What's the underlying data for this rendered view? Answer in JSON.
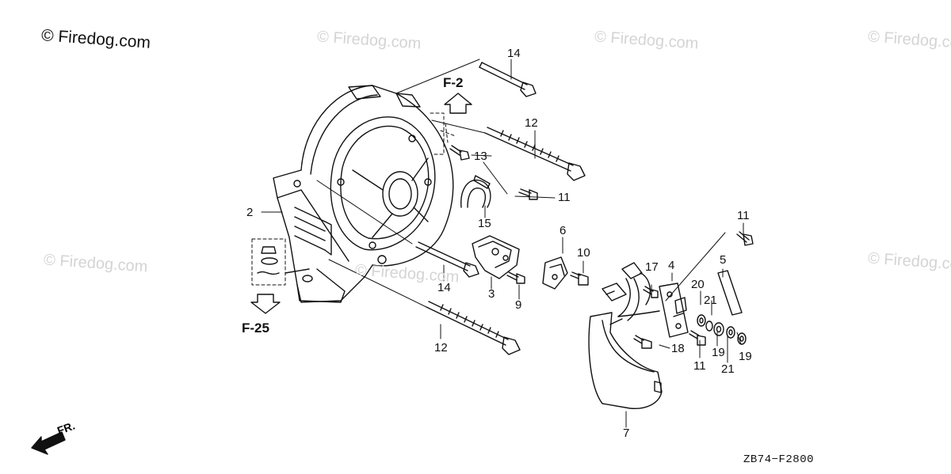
{
  "watermark": {
    "main_text": "© Firedog.com",
    "faint_text": "© Firedog.com"
  },
  "references": {
    "f2": "F-2",
    "f25": "F-25"
  },
  "direction_label": "FR.",
  "diagram_code": "ZB74−F2800",
  "callouts": {
    "c14_top": "14",
    "c12_top": "12",
    "c13": "13",
    "c11_clip": "11",
    "c15": "15",
    "c2": "2",
    "c6": "6",
    "c10": "10",
    "c11_right": "11",
    "c17": "17",
    "c4": "4",
    "c5": "5",
    "c14_mid": "14",
    "c3": "3",
    "c9": "9",
    "c20": "20",
    "c21_a": "21",
    "c19_a": "19",
    "c19_b": "19",
    "c21_b": "21",
    "c18": "18",
    "c11_bottom": "11",
    "c12_bottom": "12",
    "c7": "7"
  }
}
